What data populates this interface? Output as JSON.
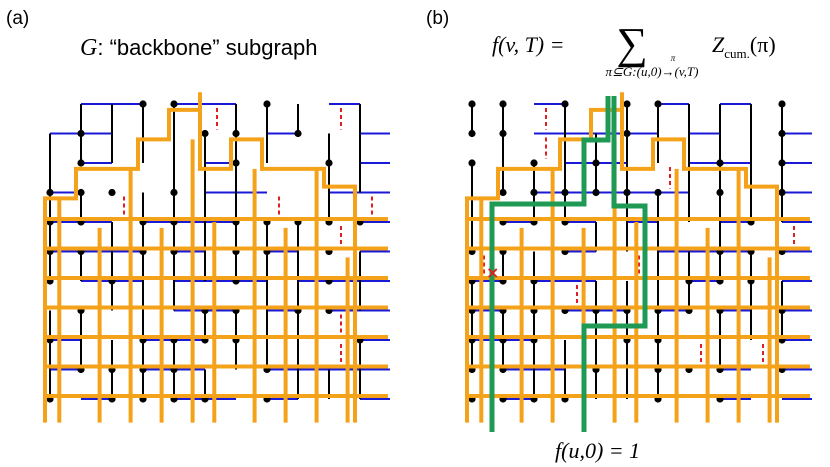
{
  "panel_a": {
    "label": "(a)",
    "title_symbol": "G",
    "title_text": ": “backbone” subgraph"
  },
  "panel_b": {
    "label": "(b)",
    "formula": {
      "lhs": "f(v, T) = ",
      "sum_sign": "∑",
      "sum_subscript": "π⊆G:(u,0)→(v,T)",
      "sum_arrow_label": "π",
      "term": "Z",
      "term_subscript": "cum.",
      "term_arg": "(π)"
    },
    "bottom_formula": "f(u,0) = 1"
  },
  "colors": {
    "backbone": "#f5a21b",
    "path": "#1f9a55",
    "vertical_bond": "#000000",
    "horizontal_bond": "#1a1ad6",
    "dashed_bond": "#e02020",
    "marker": "#e02020"
  }
}
